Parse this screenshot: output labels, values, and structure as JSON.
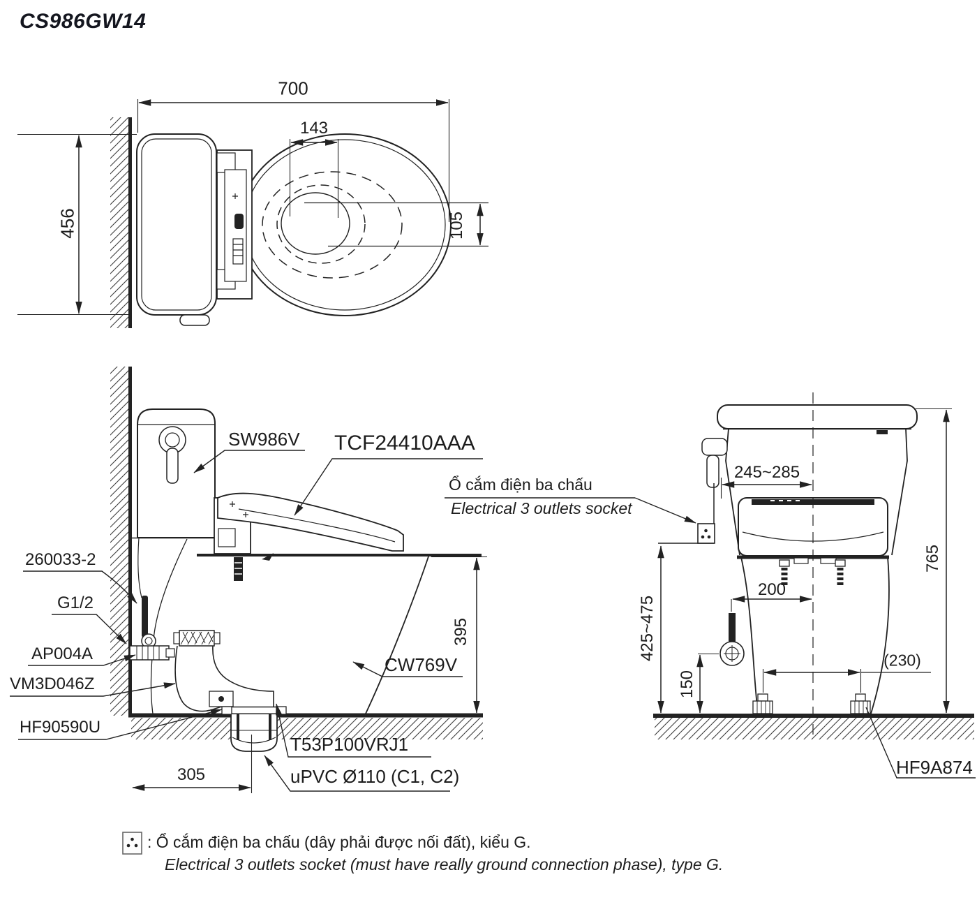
{
  "title": "CS986GW14",
  "top_view": {
    "dim_width": "700",
    "dim_valve_offset": "143",
    "dim_depth": "456",
    "dim_center_offset": "105"
  },
  "side_view": {
    "part_cistern": "SW986V",
    "part_washlet": "TCF24410AAA",
    "part_hose": "260033-2",
    "part_thread": "G1/2",
    "part_stop_valve": "AP004A",
    "part_gasket": "VM3D046Z",
    "part_seal": "HF90590U",
    "part_bowl": "CW769V",
    "part_flange": "T53P100VRJ1",
    "part_pipe": "uPVC Ø110 (C1, C2)",
    "dim_rim_height": "395",
    "dim_rough_in": "305"
  },
  "front_view": {
    "socket_label_vi": "Ổ cắm điện ba chấu",
    "socket_label_en": "Electrical 3 outlets socket",
    "dim_socket_offset": "245~285",
    "dim_total_height": "765",
    "dim_socket_height": "425~475",
    "dim_valve_offset": "200",
    "dim_valve_height": "150",
    "dim_bolt_spacing": "(230)",
    "part_bolt_cap": "HF9A874"
  },
  "legend": {
    "icon": "electrical-socket-icon",
    "line_vi": ": Ổ cắm điện ba chấu (dây phải được nối đất), kiểu G.",
    "line_en": "Electrical 3 outlets socket (must have really ground connection phase), type G."
  }
}
